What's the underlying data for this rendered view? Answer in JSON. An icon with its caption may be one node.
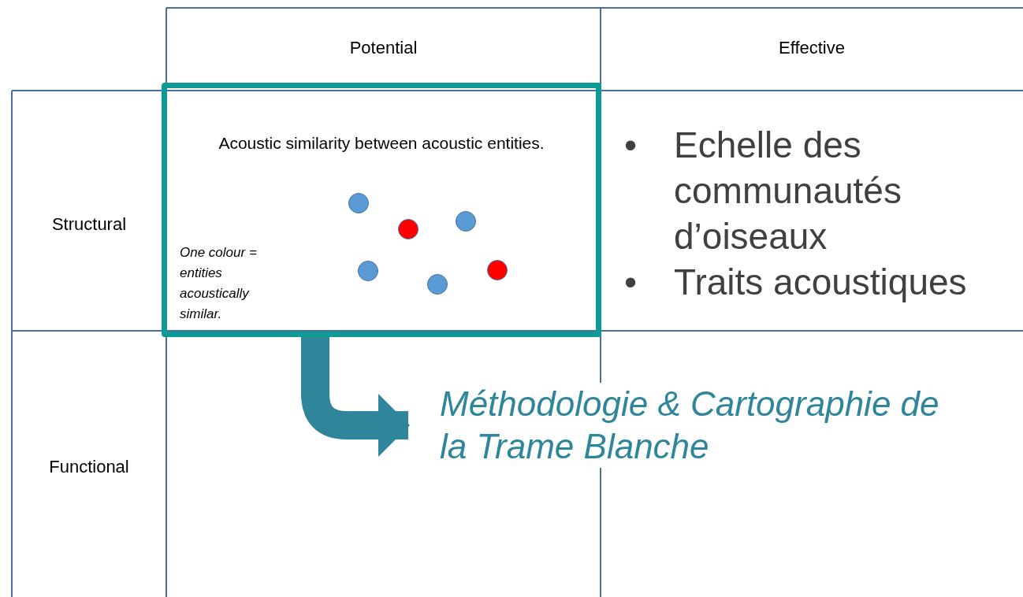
{
  "diagram": {
    "nodes": [
      {
        "text": [
          "Acoustic similarity between acoustic entities.",
          "One colour = entities acoustically similar."
        ]
      },
      {
        "text": [],
        "shape": "circle",
        "in": 0
      },
      {
        "text": [],
        "shape": "circle",
        "in": 0
      },
      {
        "text": [],
        "shape": "circle",
        "in": 0
      },
      {
        "text": [],
        "shape": "circle",
        "in": 0
      },
      {
        "text": [],
        "shape": "circle",
        "in": 0
      },
      {
        "text": [],
        "shape": "circle",
        "in": 0
      },
      {
        "text": [
          "Méthodologie & Cartographie de la Trame Blanche"
        ]
      }
    ],
    "edges": [
      {
        "from": 0,
        "to": 7,
        "arrow": "to"
      }
    ],
    "labels": [
      "Potential",
      "Effective",
      "Structural",
      "•",
      "Echelle des communautés d’oiseaux",
      "•",
      "Traits acoustiques",
      "Functional"
    ]
  }
}
